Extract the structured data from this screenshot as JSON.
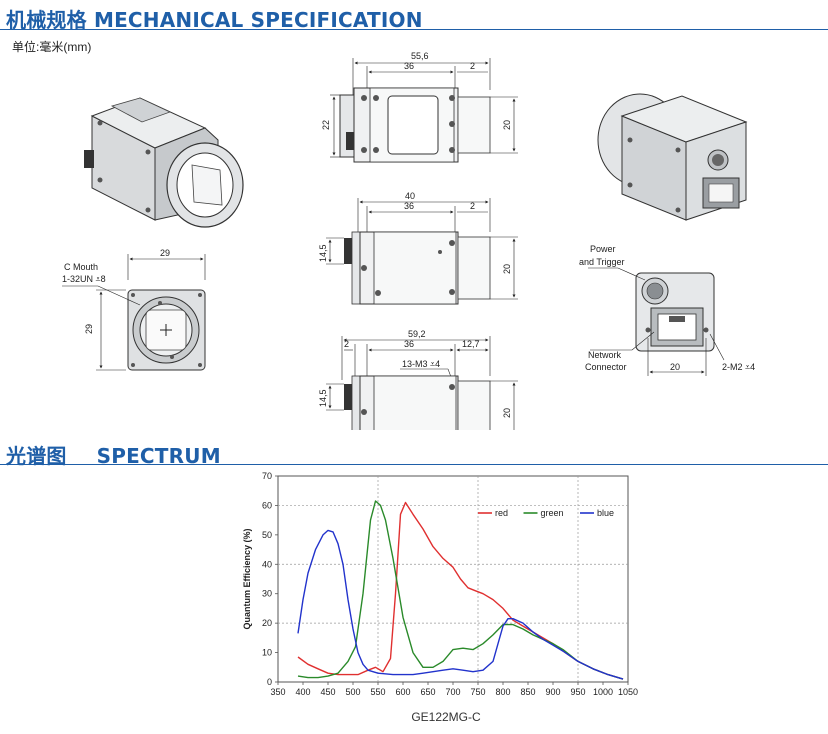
{
  "mechanical": {
    "title": "机械规格 MECHANICAL SPECIFICATION",
    "unit": "单位:毫米(mm)",
    "front_view": {
      "label_c_mouth_1": "C Mouth",
      "label_c_mouth_2": "1-32UN ⩡8",
      "width": "29",
      "height": "29"
    },
    "top_view": {
      "overall": "55,6",
      "body": "36",
      "offset": "2",
      "left_h": "22",
      "right_h": "20"
    },
    "mid_view": {
      "overall": "40",
      "body": "36",
      "offset": "2",
      "left_h": "14,5",
      "right_h": "20"
    },
    "bottom_view": {
      "overall": "59,2",
      "body": "36",
      "right": "12,7",
      "left_small": "2",
      "hole": "13-M3 ⩡4",
      "left_h": "14,5",
      "right_h": "20"
    },
    "back_view": {
      "power_1": "Power",
      "power_2": "and Trigger",
      "network_1": "Network",
      "network_2": "Connector",
      "width": "20",
      "hole": "2-M2 ⩡4"
    }
  },
  "spectrum": {
    "title": "光谱图",
    "title_en": "SPECTRUM",
    "model": "GE122MG-C"
  },
  "chart_data": {
    "type": "line",
    "title": "",
    "xlabel": "",
    "ylabel": "Quantum Efficiency (%)",
    "xlim": [
      350,
      1050
    ],
    "ylim": [
      0,
      70
    ],
    "xticks": [
      350,
      400,
      450,
      500,
      550,
      600,
      650,
      700,
      750,
      800,
      850,
      900,
      950,
      1000,
      1050
    ],
    "yticks": [
      0,
      10,
      20,
      30,
      40,
      50,
      60,
      70
    ],
    "grid": true,
    "legend_position": "top-right",
    "series": [
      {
        "name": "red",
        "color": "#e03030",
        "x": [
          390,
          410,
          430,
          450,
          470,
          490,
          510,
          530,
          545,
          560,
          575,
          585,
          595,
          605,
          620,
          640,
          660,
          680,
          700,
          715,
          730,
          745,
          760,
          780,
          800,
          820,
          840,
          860,
          880,
          900,
          920,
          950,
          980,
          1010,
          1040
        ],
        "y": [
          8.5,
          6,
          4.5,
          3,
          2.5,
          2.5,
          2.5,
          4,
          5,
          3.5,
          8,
          30,
          57,
          61,
          57,
          52,
          46,
          42,
          39,
          35,
          32,
          31,
          30,
          28,
          25,
          21,
          19,
          17,
          15,
          13,
          10.5,
          7,
          4.5,
          2.5,
          1
        ]
      },
      {
        "name": "green",
        "color": "#2a8a2a",
        "x": [
          390,
          410,
          430,
          450,
          470,
          490,
          505,
          520,
          535,
          545,
          555,
          565,
          580,
          600,
          620,
          640,
          660,
          680,
          700,
          720,
          740,
          760,
          780,
          800,
          820,
          840,
          860,
          880,
          900,
          920,
          950,
          980,
          1010,
          1040
        ],
        "y": [
          2,
          1.5,
          1.5,
          2,
          3,
          7,
          12,
          30,
          55,
          61.5,
          60,
          55,
          42,
          22,
          10,
          5,
          5,
          7,
          11,
          11.5,
          11,
          13,
          16,
          19.5,
          19.5,
          18,
          16,
          14.5,
          13,
          11,
          7,
          4.5,
          2.5,
          1
        ]
      },
      {
        "name": "blue",
        "color": "#2233cc",
        "x": [
          390,
          400,
          410,
          425,
          440,
          450,
          460,
          470,
          480,
          490,
          500,
          510,
          520,
          530,
          550,
          580,
          600,
          620,
          640,
          660,
          680,
          700,
          720,
          740,
          760,
          780,
          790,
          800,
          810,
          820,
          840,
          860,
          880,
          900,
          920,
          950,
          980,
          1010,
          1040
        ],
        "y": [
          16.5,
          28,
          37,
          45,
          50,
          51.5,
          51,
          47,
          40,
          28,
          18,
          10,
          6,
          4,
          3,
          2.5,
          2.5,
          2.5,
          3,
          3.5,
          4,
          4.5,
          4,
          3.5,
          4,
          7,
          13,
          19,
          21.5,
          21.5,
          20,
          17,
          14.5,
          12.5,
          10.5,
          7,
          4.5,
          2.5,
          1
        ]
      }
    ]
  }
}
